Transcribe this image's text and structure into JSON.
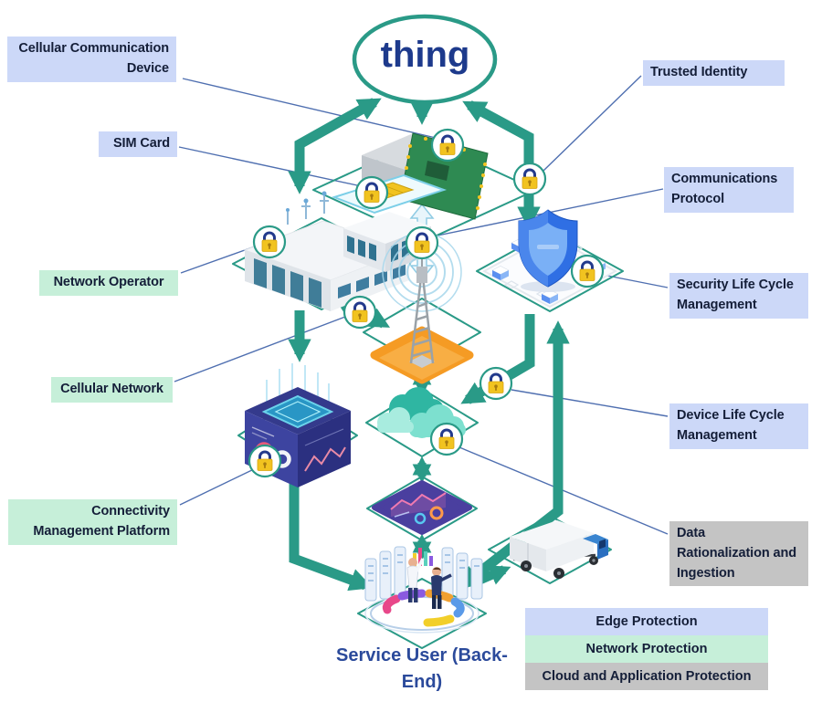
{
  "center_node": {
    "label": "thing"
  },
  "callouts": [
    {
      "id": "cellular-communication-device",
      "label": "Cellular Communication Device",
      "protection": "edge"
    },
    {
      "id": "sim-card",
      "label": "SIM Card",
      "protection": "edge"
    },
    {
      "id": "trusted-identity",
      "label": "Trusted Identity",
      "protection": "edge"
    },
    {
      "id": "communications-protocol",
      "label": "Communications Protocol",
      "protection": "edge"
    },
    {
      "id": "network-operator",
      "label": "Network Operator",
      "protection": "network"
    },
    {
      "id": "security-life-cycle-management",
      "label": "Security Life Cycle Management",
      "protection": "edge"
    },
    {
      "id": "cellular-network",
      "label": "Cellular Network",
      "protection": "network"
    },
    {
      "id": "device-life-cycle-management",
      "label": "Device Life Cycle Management",
      "protection": "edge"
    },
    {
      "id": "connectivity-management-platform",
      "label": "Connectivity Management Platform",
      "protection": "network"
    },
    {
      "id": "data-rationalization-and-ingestion",
      "label": "Data Rationalization and Ingestion",
      "protection": "cloud"
    }
  ],
  "service_user": {
    "label": "Service User (Back-End)"
  },
  "legend": {
    "items": [
      {
        "label": "Edge Protection",
        "color": "#ccd8f8"
      },
      {
        "label": "Network Protection",
        "color": "#c6efd9"
      },
      {
        "label": "Cloud and Application Protection",
        "color": "#c4c4c4"
      }
    ]
  },
  "icons": [
    "padlock-icon",
    "cellular-device-icon",
    "sim-card-icon",
    "network-operator-building-icon",
    "cell-tower-icon",
    "security-shield-icon",
    "connectivity-cube-icon",
    "cloud-icon",
    "analytics-dashboard-icon",
    "service-user-platform-icon",
    "truck-icon"
  ],
  "colors": {
    "arrow_teal": "#2a9a87",
    "connector_blue": "#4f6fb0",
    "thing_text": "#1d3a8c",
    "lock_gold": "#f1c320",
    "lock_shackle": "#233a8c"
  }
}
